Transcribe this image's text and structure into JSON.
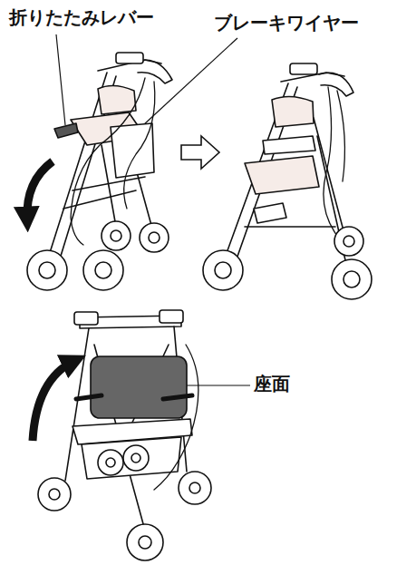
{
  "diagram": {
    "labels": [
      "折りたたみレバー",
      "ブレーキワイヤー",
      "座面"
    ]
  }
}
